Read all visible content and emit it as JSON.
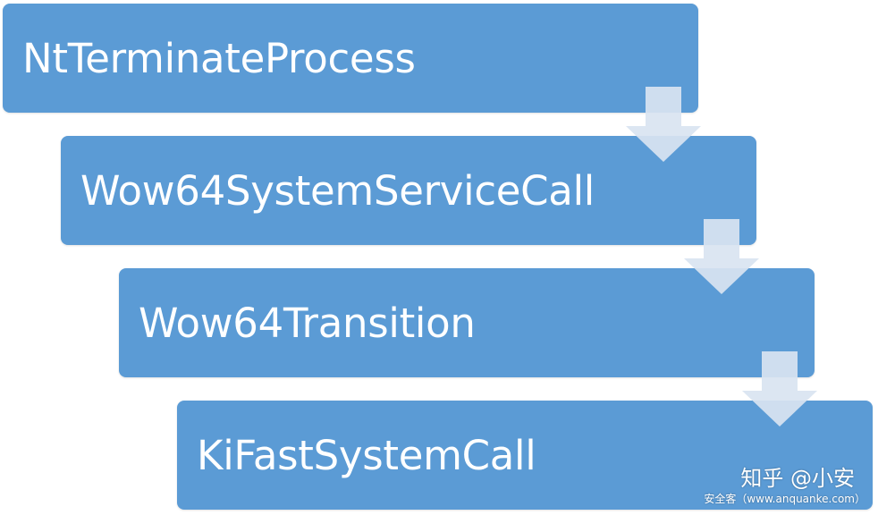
{
  "steps": [
    {
      "label": "NtTerminateProcess"
    },
    {
      "label": "Wow64SystemServiceCall"
    },
    {
      "label": "Wow64Transition"
    },
    {
      "label": "KiFastSystemCall"
    }
  ],
  "colors": {
    "step_fill": "#5b9bd5",
    "arrow_fill": "#d9e4f1",
    "text": "#ffffff"
  },
  "watermark": {
    "main": "知乎 @小安",
    "sub": "安全客（www.anquanke.com）"
  }
}
